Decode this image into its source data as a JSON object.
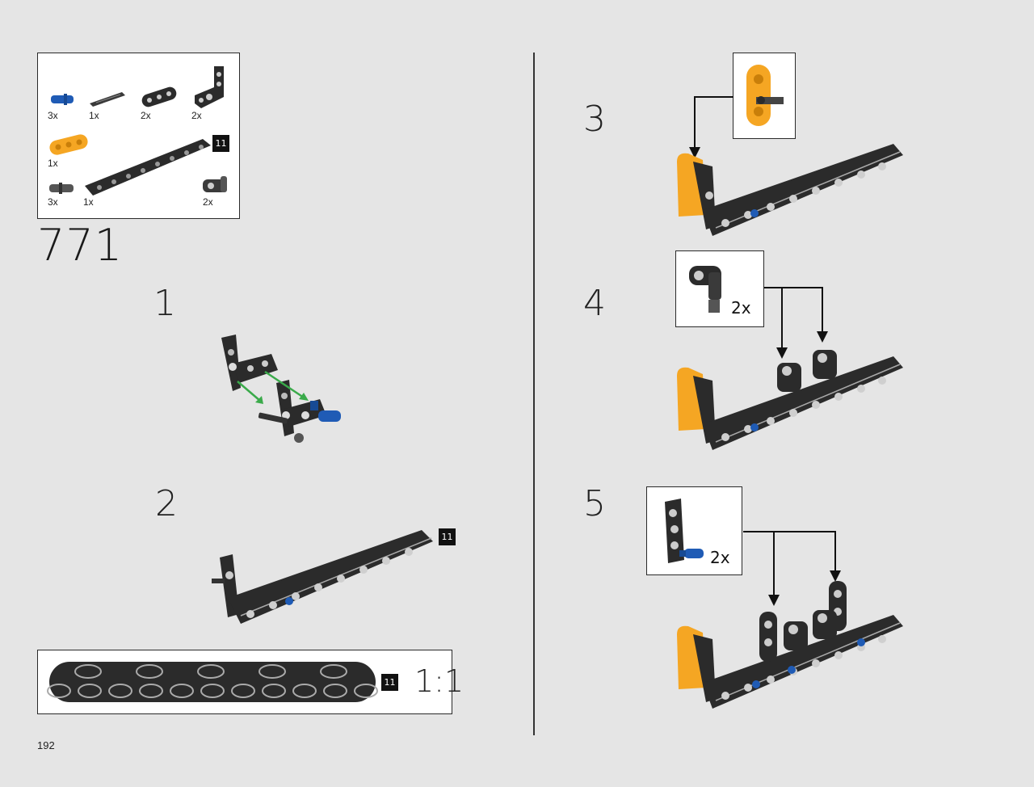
{
  "parts_list": {
    "items": [
      {
        "name": "blue-pin",
        "qty": "3x",
        "color": "#1f5bb5"
      },
      {
        "name": "axle",
        "qty": "1x",
        "color": "#3a3a3a"
      },
      {
        "name": "beam-3",
        "qty": "2x",
        "color": "#2b2b2b"
      },
      {
        "name": "l-beam",
        "qty": "2x",
        "color": "#2b2b2b"
      },
      {
        "name": "orange-beam",
        "qty": "1x",
        "color": "#f5a623"
      },
      {
        "name": "pin-connector",
        "qty": "3x",
        "color": "#555555"
      },
      {
        "name": "long-beam",
        "qty": "1x",
        "color": "#2b2b2b"
      },
      {
        "name": "bent-connector",
        "qty": "2x",
        "color": "#3a3a3a"
      }
    ],
    "length_badge": "11"
  },
  "set_step": "771",
  "steps": [
    {
      "number": "1"
    },
    {
      "number": "2",
      "length_badge": "11"
    },
    {
      "number": "3"
    },
    {
      "number": "4",
      "callout_qty": "2x"
    },
    {
      "number": "5",
      "callout_qty": "2x"
    }
  ],
  "scale_box": {
    "length_badge": "11",
    "scale": "1:1"
  },
  "page_number": "192",
  "colors": {
    "background": "#e5e5e5",
    "dark_part": "#2b2b2b",
    "orange_part": "#f5a623",
    "blue_pin": "#1f5bb5",
    "arrow_green": "#3aaa4a"
  }
}
